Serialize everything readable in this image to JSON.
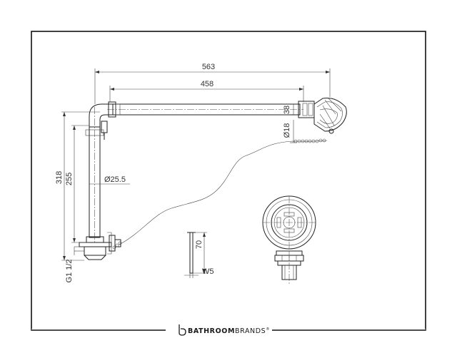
{
  "dimensions": {
    "overall_length": "563",
    "arm_length": "458",
    "head_height": "38",
    "outlet_diameter": "Ø18",
    "pipe_diameter": "Ø25.5",
    "overall_height": "318",
    "pipe_height": "255",
    "thread": "G1 1/2",
    "plug_height": "70",
    "plug_width": "W5"
  },
  "brand": {
    "name_bold": "BATHROOM",
    "name_light": "BRANDS",
    "trademark": "®"
  },
  "colors": {
    "line": "#222222",
    "frame": "#111111",
    "dim_text": "#333333"
  }
}
